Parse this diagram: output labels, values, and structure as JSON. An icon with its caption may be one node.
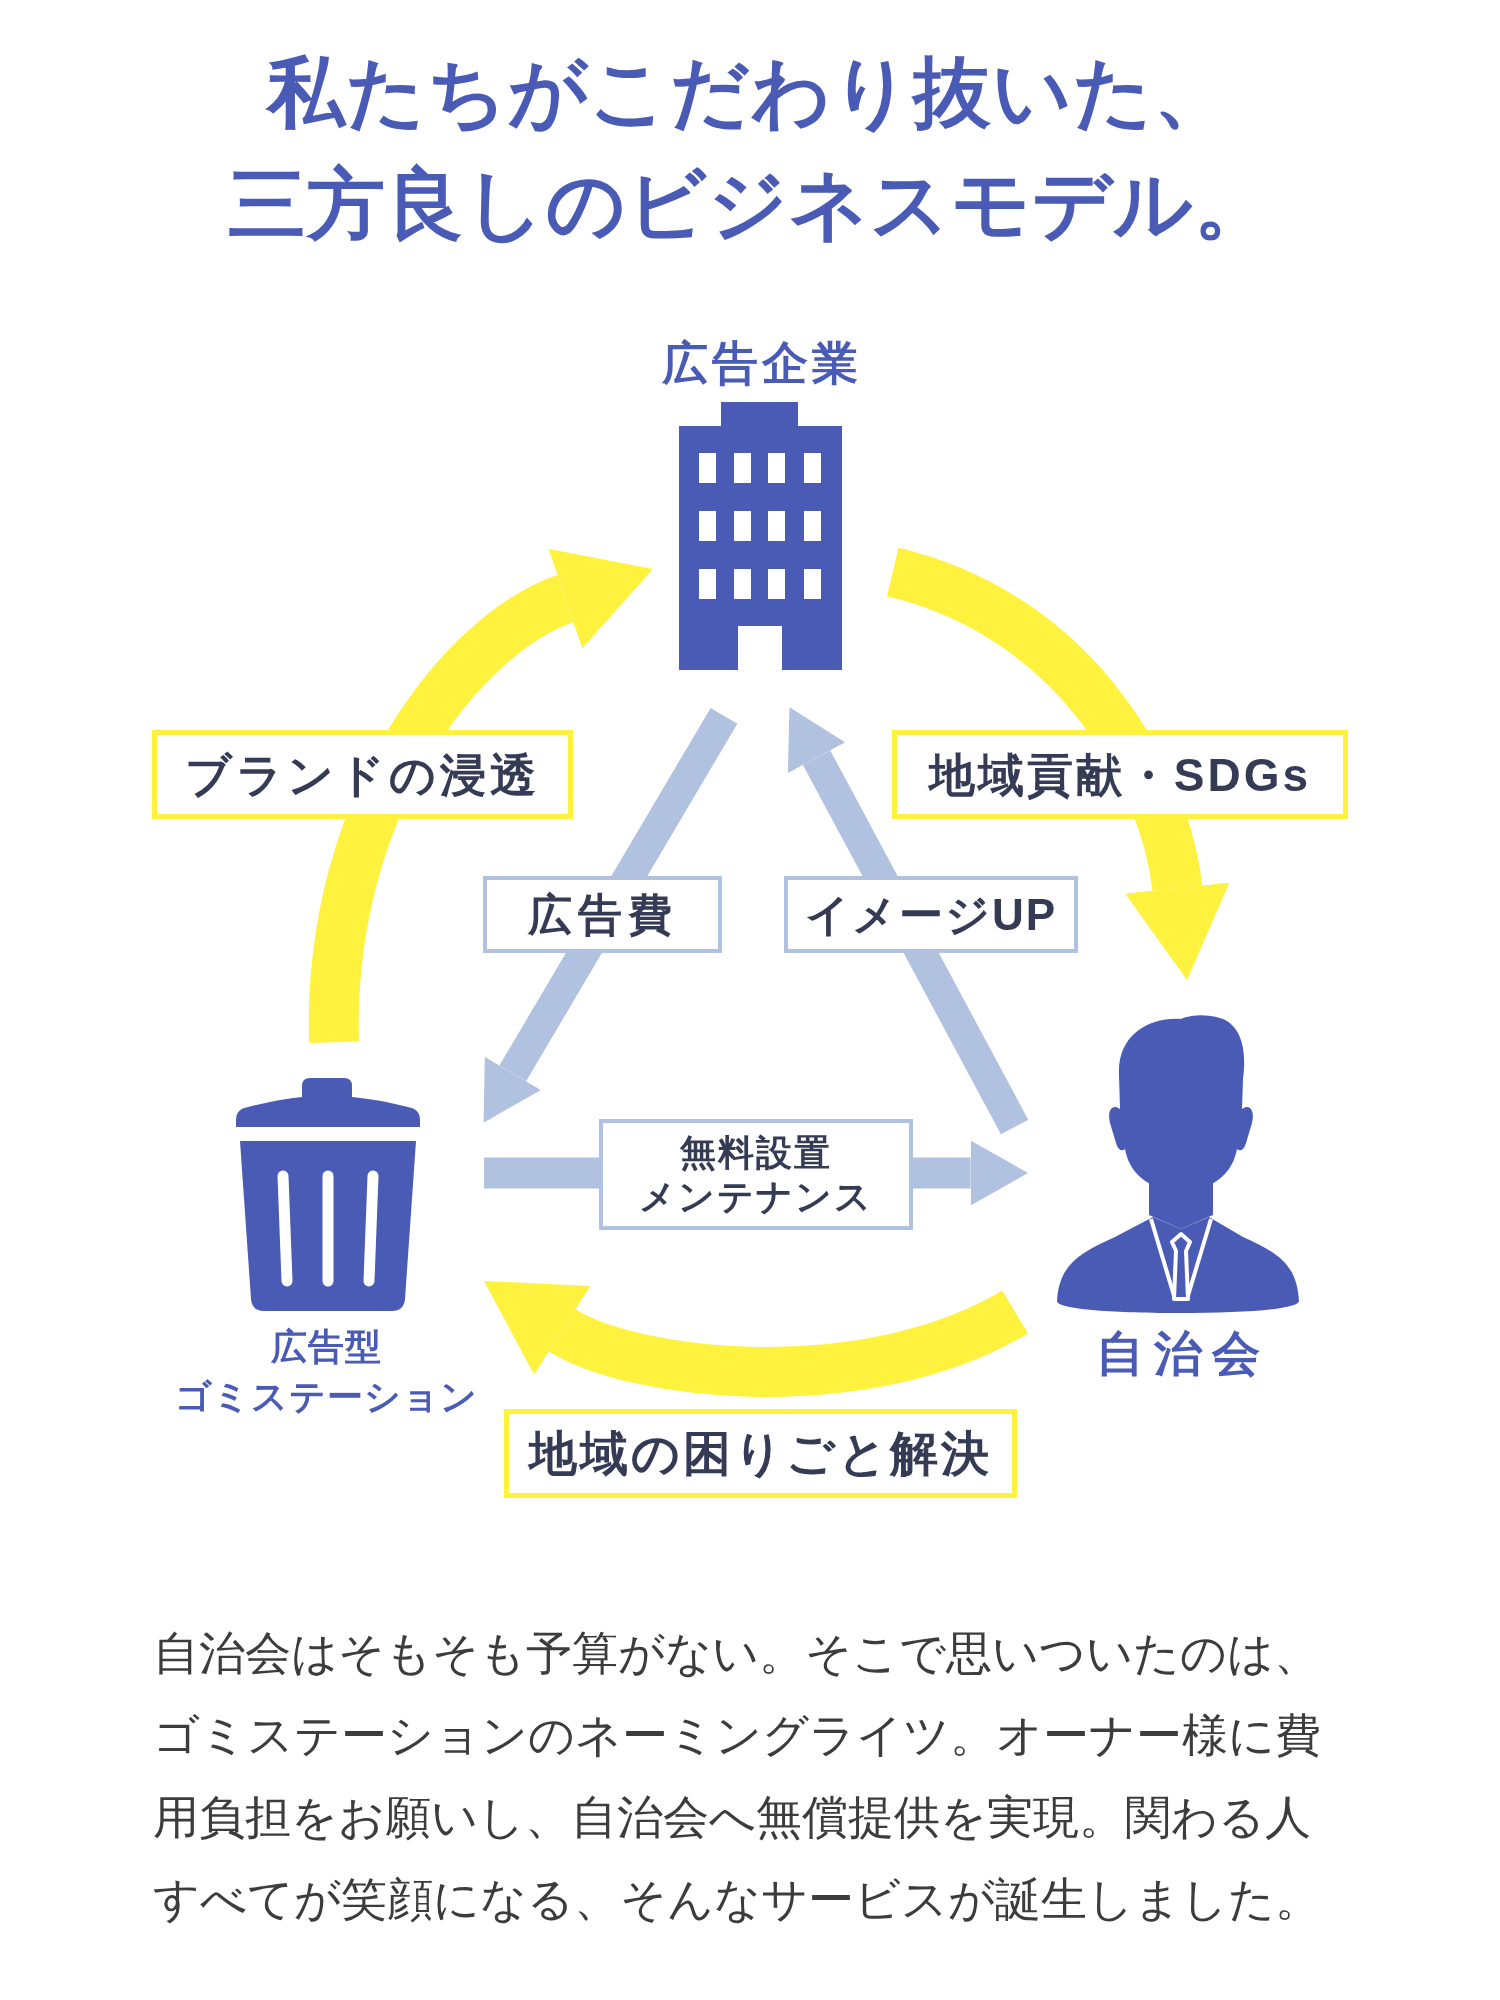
{
  "diagram": {
    "title": "私たちがこだわり抜いた、三方良しのビジネスモデル。",
    "nodes": [
      {
        "text": [
          "広告企業"
        ]
      },
      {
        "text": [
          "広告型ゴミステーション"
        ]
      },
      {
        "text": [
          "自治会"
        ]
      }
    ],
    "edges": [
      {
        "from": 1,
        "to": 0,
        "arrow": "to",
        "label": "ブランドの浸透",
        "color": "#fff23f"
      },
      {
        "from": 0,
        "to": 2,
        "arrow": "to",
        "label": "地域貢献・SDGs",
        "color": "#fff23f"
      },
      {
        "from": 0,
        "to": 1,
        "arrow": "to",
        "label": "広告費",
        "color": "#b0c2e0"
      },
      {
        "from": 2,
        "to": 0,
        "arrow": "to",
        "label": "イメージUP",
        "color": "#b0c2e0"
      },
      {
        "from": 1,
        "to": 2,
        "arrow": "to",
        "label": "無料設置メンテナンス",
        "color": "#b0c2e0"
      },
      {
        "from": 2,
        "to": 1,
        "arrow": "to",
        "label": "地域の困りごと解決",
        "color": "#fff23f"
      }
    ],
    "labels": [
      "自治会はそもそも予算がない。そこで思いついたのは、ゴミステーションのネーミングライツ。オーナー様に費用負担をお願いし、自治会へ無償提供を実現。関わる人すべてが笑顔になる、そんなサービスが誕生しました。"
    ]
  }
}
